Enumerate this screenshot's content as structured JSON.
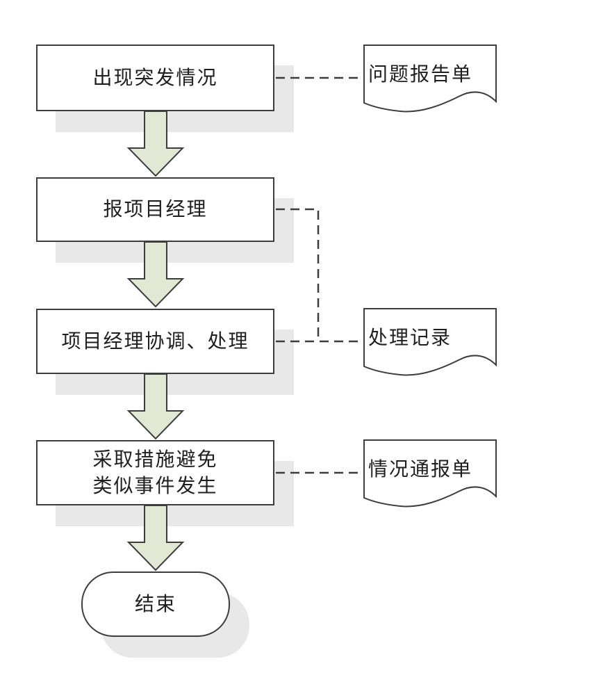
{
  "diagram": {
    "nodes": [
      {
        "id": "incident",
        "label": "出现突发情况"
      },
      {
        "id": "report",
        "label": "报项目经理"
      },
      {
        "id": "coordinate",
        "label": "项目经理协调、处理"
      },
      {
        "id": "measures",
        "lines": [
          "采取措施避免",
          "类似事件发生"
        ]
      },
      {
        "id": "end",
        "label": "结束"
      }
    ],
    "documents": [
      {
        "id": "doc-problem-report",
        "label": "问题报告单"
      },
      {
        "id": "doc-handling-record",
        "label": "处理记录"
      },
      {
        "id": "doc-situation-notice",
        "label": "情况通报单"
      }
    ],
    "colors": {
      "arrow_fill": "#e3e8d4",
      "shadow": "#e8e8e8",
      "outline": "#3d3d3d"
    }
  }
}
